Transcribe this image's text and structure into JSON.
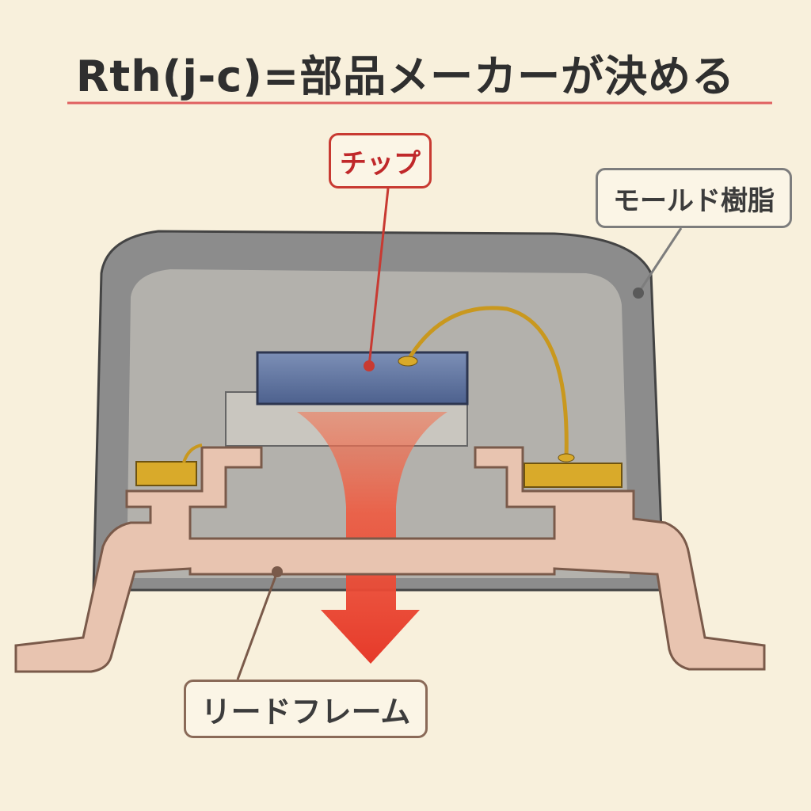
{
  "title": "Rth(j-c)=部品メーカーが決める",
  "labels": {
    "chip": "チップ",
    "mold": "モールド樹脂",
    "lead_frame": "リードフレーム"
  },
  "colors": {
    "background": "#f8f0dc",
    "title_underline": "#e06060",
    "chip": "#5a6f9a",
    "mold": "#8a8a8a",
    "lead_frame": "#e8c4b0",
    "gold": "#d9aa2a",
    "heat_arrow": "#e8432e"
  }
}
